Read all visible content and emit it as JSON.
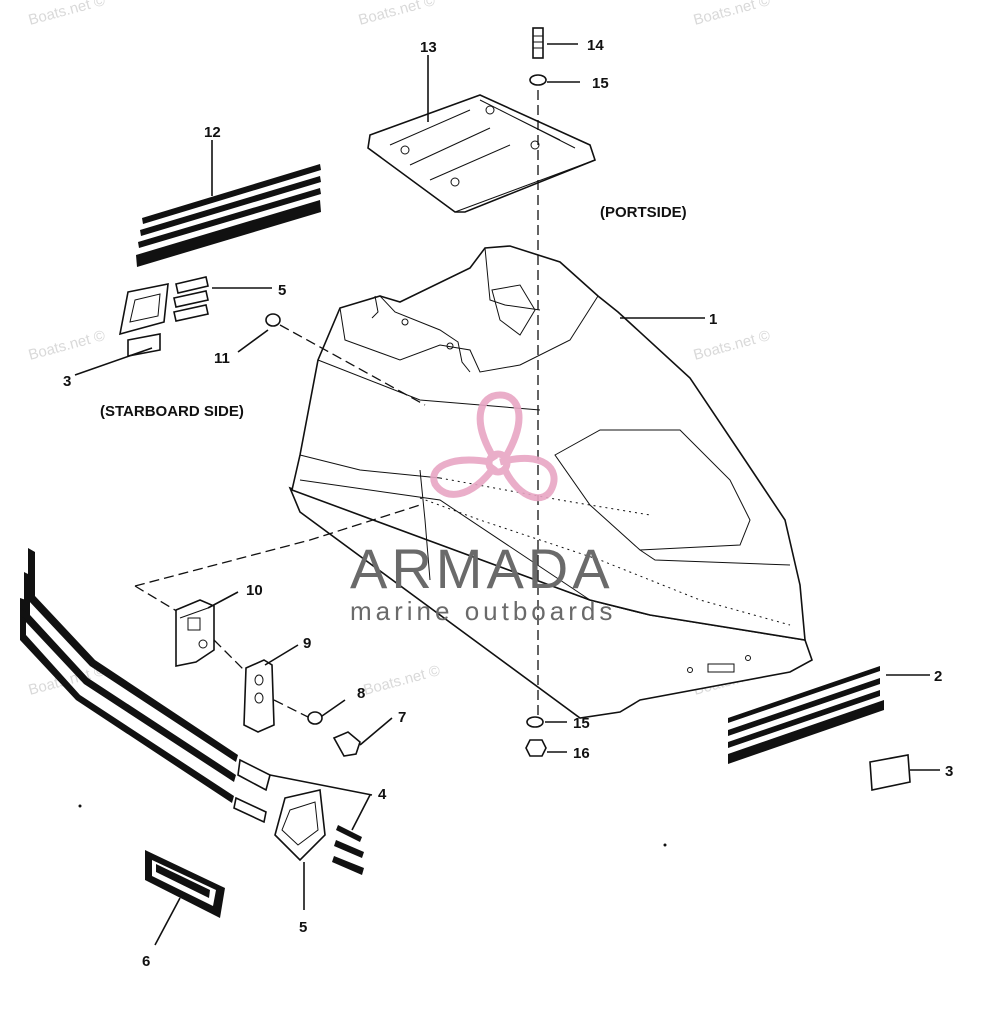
{
  "diagram": {
    "callouts": {
      "c1": "1",
      "c2": "2",
      "c3a": "3",
      "c3b": "3",
      "c4": "4",
      "c5a": "5",
      "c5b": "5",
      "c6": "6",
      "c7": "7",
      "c8": "8",
      "c9": "9",
      "c10": "10",
      "c11": "11",
      "c12": "12",
      "c13": "13",
      "c14": "14",
      "c15a": "15",
      "c15b": "15",
      "c16": "16"
    },
    "labels": {
      "portside": "(PORTSIDE)",
      "starboard": "(STARBOARD SIDE)"
    },
    "watermark": "Boats.net ©",
    "logo": {
      "name": "ARMADA",
      "tagline": "marine outboards",
      "icon_color": "#e8a6c4",
      "text_color": "#6a6a6a"
    }
  }
}
